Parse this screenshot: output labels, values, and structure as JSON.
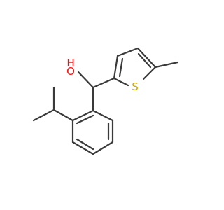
{
  "structure": {
    "atom_labels": {
      "oxygen": "O",
      "hydrogen": "H",
      "sulfur": "S"
    },
    "colors": {
      "bond": "#3a3a3a",
      "oxygen": "#ff0d0d",
      "sulfur": "#c9a800",
      "background": "#ffffff"
    }
  }
}
